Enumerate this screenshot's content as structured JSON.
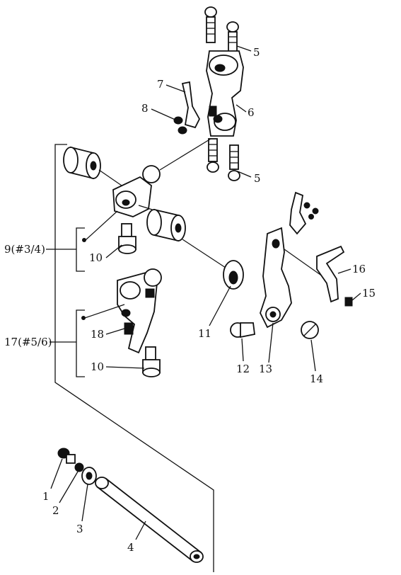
{
  "diagram": {
    "labels": {
      "l1": "1",
      "l2": "2",
      "l3": "3",
      "l4": "4",
      "l5a": "5",
      "l5b": "5",
      "l6": "6",
      "l7": "7",
      "l8": "8",
      "l9": "9(#3/4)",
      "l10a": "10",
      "l10b": "10",
      "l11": "11",
      "l12": "12",
      "l13": "13",
      "l14": "14",
      "l15": "15",
      "l16": "16",
      "l17": "17(#5/6)",
      "l18": "18"
    }
  }
}
